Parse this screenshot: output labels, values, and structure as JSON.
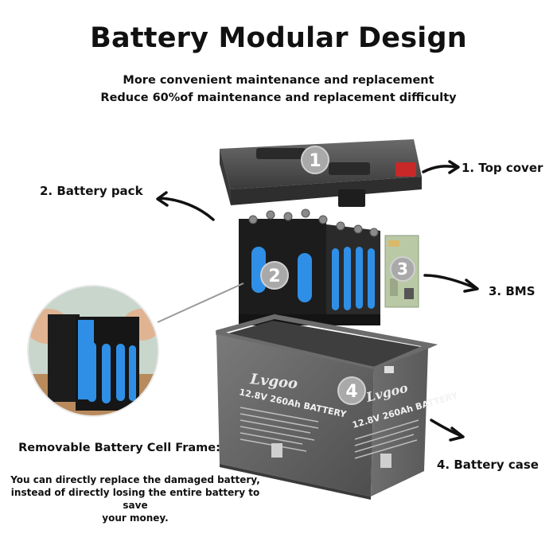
{
  "header": {
    "title": "Battery Modular Design",
    "subtitle_line1": "More convenient maintenance and replacement",
    "subtitle_line2": "Reduce 60%of maintenance and replacement difficulty"
  },
  "parts": {
    "top_cover": "1. Top cover",
    "battery_pack": "2. Battery pack",
    "bms": "3. BMS",
    "battery_case": "4. Battery case"
  },
  "markers": [
    "1",
    "2",
    "3",
    "4"
  ],
  "case_branding": {
    "logo_text": "Lvgoo",
    "model_front": "12.8V 260Ah BATTERY",
    "model_side": "12.8V 260Ah BATTERY"
  },
  "frame_note": {
    "title": "Removable Battery Cell Frame:",
    "line1": "You can directly replace the damaged battery,",
    "line2": "instead of directly losing the entire battery to save",
    "line3": "your money."
  },
  "colors": {
    "casing": "#5a5a5a",
    "cell_blue": "#2f8fe6",
    "connector_red": "#c82828",
    "marker": "#a9a9a9"
  }
}
